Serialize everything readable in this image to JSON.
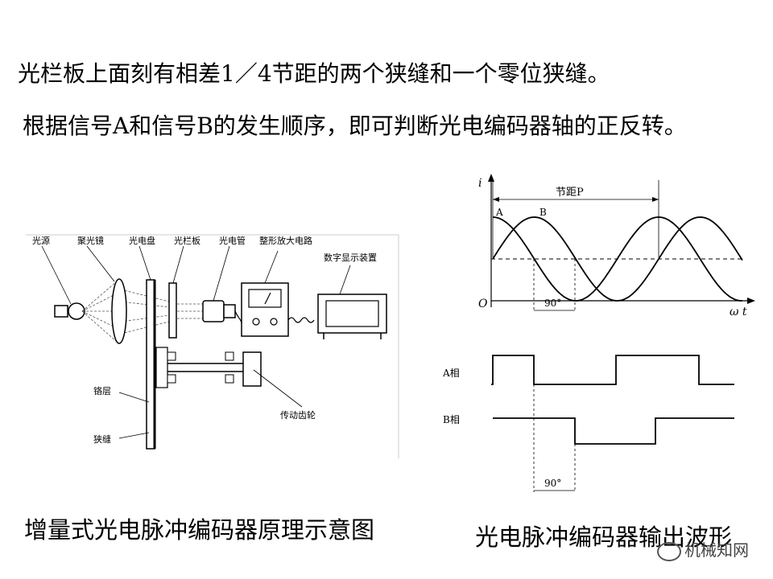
{
  "headline_1": "光栏板上面刻有相差1／4节距的两个狭缝和一个零位狭缝。",
  "headline_2": "根据信号A和信号B的发生顺序，即可判断光电编码器轴的正反转。",
  "schematic": {
    "labels": {
      "light_source": "光源",
      "condenser": "聚光镜",
      "photo_disk": "光电盘",
      "grating": "光栏板",
      "phototube": "光电管",
      "amplifier": "整形放大电路",
      "display": "数字显示装置",
      "chrome_layer": "铬层",
      "slit": "狭缝",
      "gear": "传动齿轮"
    },
    "caption": "增量式光电脉冲编码器原理示意图"
  },
  "waveform": {
    "axis_y": "i",
    "axis_x": "ω t",
    "origin": "O",
    "pitch_label": "节距P",
    "wave_a": "A",
    "wave_b": "B",
    "phase_label_top": "90°",
    "phase_label_bottom": "90°",
    "row_a": "A相",
    "row_b": "B相",
    "caption": "光电脉冲编码器输出波形"
  },
  "watermark": "机械知网"
}
